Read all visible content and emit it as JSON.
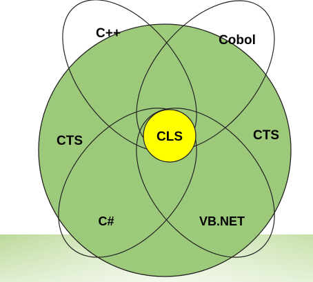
{
  "diagram": {
    "labels": {
      "cpp": "C++",
      "cobol": "Cobol",
      "cts_left": "CTS",
      "cts_right": "CTS",
      "cls": "CLS",
      "csharp": "C#",
      "vbnet": "VB.NET"
    },
    "colors": {
      "cts_fill": "#9dc97b",
      "cls_fill": "#ffff00",
      "outline": "#222222",
      "ground_band": "#cfe5b0"
    }
  }
}
